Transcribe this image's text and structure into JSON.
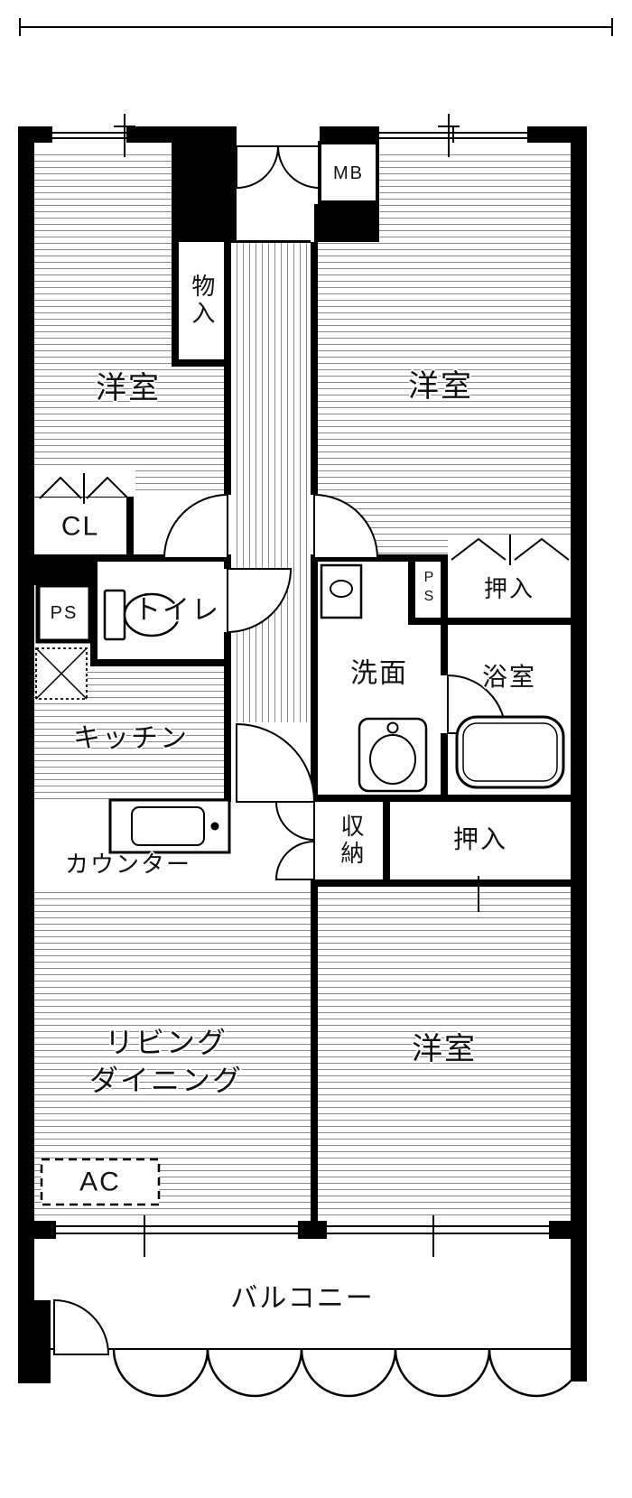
{
  "plan": {
    "rooms": {
      "bedroom_top_left": "洋室",
      "bedroom_top_right": "洋室",
      "bedroom_bottom": "洋室",
      "living_dining": "リビング\nダイニング",
      "kitchen": "キッチン",
      "counter": "カウンター",
      "toilet": "トイレ",
      "washroom": "洗面",
      "bathroom": "浴室",
      "balcony": "バルコニー"
    },
    "storage": {
      "hall_storage": "物入",
      "closet": "CL",
      "oshiire_upper": "押入",
      "oshiire_lower": "押入",
      "shuno": "収納"
    },
    "service": {
      "meter_box": "MB",
      "pipe_space_left": "PS",
      "pipe_space_right": "PS",
      "air_conditioner": "AC"
    },
    "colors": {
      "wall": "#000000",
      "hatch_line": "#8a8a8a",
      "background": "#ffffff",
      "text": "#111111"
    }
  }
}
